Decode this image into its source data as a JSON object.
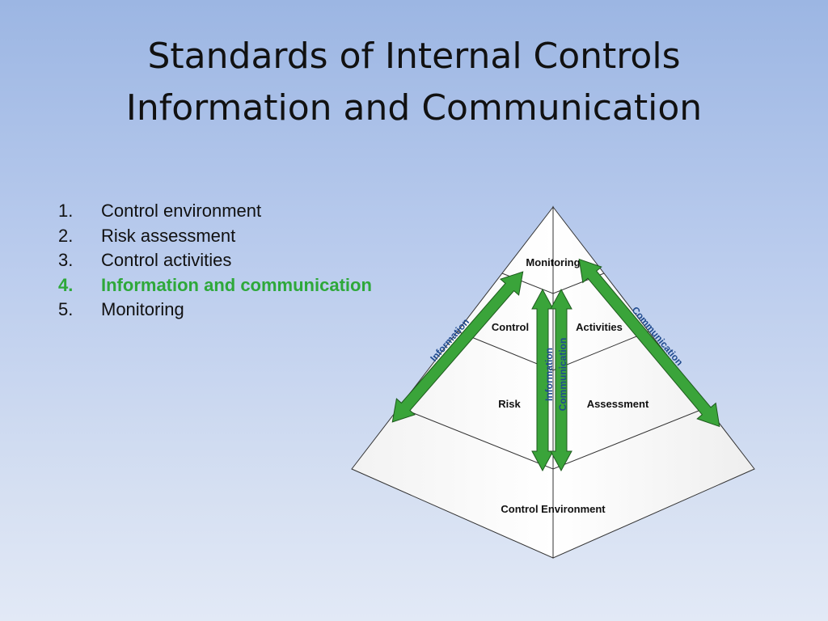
{
  "slide": {
    "title_line1": "Standards of Internal Controls",
    "title_line2": "Information and Communication"
  },
  "list": [
    {
      "num": "1.",
      "text": "Control environment",
      "highlighted": false
    },
    {
      "num": "2.",
      "text": "Risk assessment",
      "highlighted": false
    },
    {
      "num": "3.",
      "text": "Control activities",
      "highlighted": false
    },
    {
      "num": "4.",
      "text": "Information and communication",
      "highlighted": true
    },
    {
      "num": "5.",
      "text": "Monitoring",
      "highlighted": false
    }
  ],
  "pyramid": {
    "monitoring": "Monitoring",
    "control": "Control",
    "activities": "Activities",
    "risk": "Risk",
    "assessment": "Assessment",
    "control_environment": "Control Environment"
  },
  "arrows": {
    "left": "Information",
    "right": "Communication",
    "center_1": "Information",
    "center_2": "Communication"
  },
  "colors": {
    "highlight": "#2ea83a",
    "arrow_fill": "#3aa43a",
    "arrow_label": "#1f4a8e"
  }
}
